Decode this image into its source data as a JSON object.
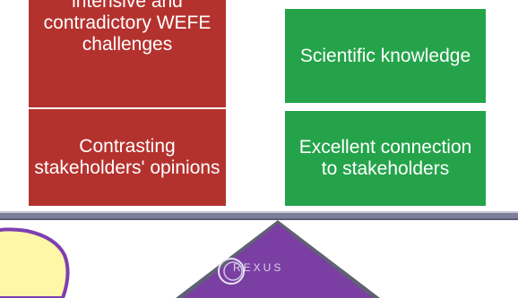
{
  "left_column": {
    "challenges_text": "intensive and contradictory WEFE challenges",
    "opinions_text": "Contrasting stakeholders' opinions"
  },
  "right_column": {
    "knowledge_text": "Scientific knowledge",
    "connection_text": "Excellent connection to stakeholders"
  },
  "fulcrum": {
    "logo_text": "REXUS"
  },
  "colors": {
    "red_box": "#b4322e",
    "green_box": "#25a34a",
    "beam": "#7b7f99",
    "fulcrum": "#7b3fa3",
    "bubble_fill": "#fff7a8",
    "bubble_border": "#7d3fb0"
  }
}
